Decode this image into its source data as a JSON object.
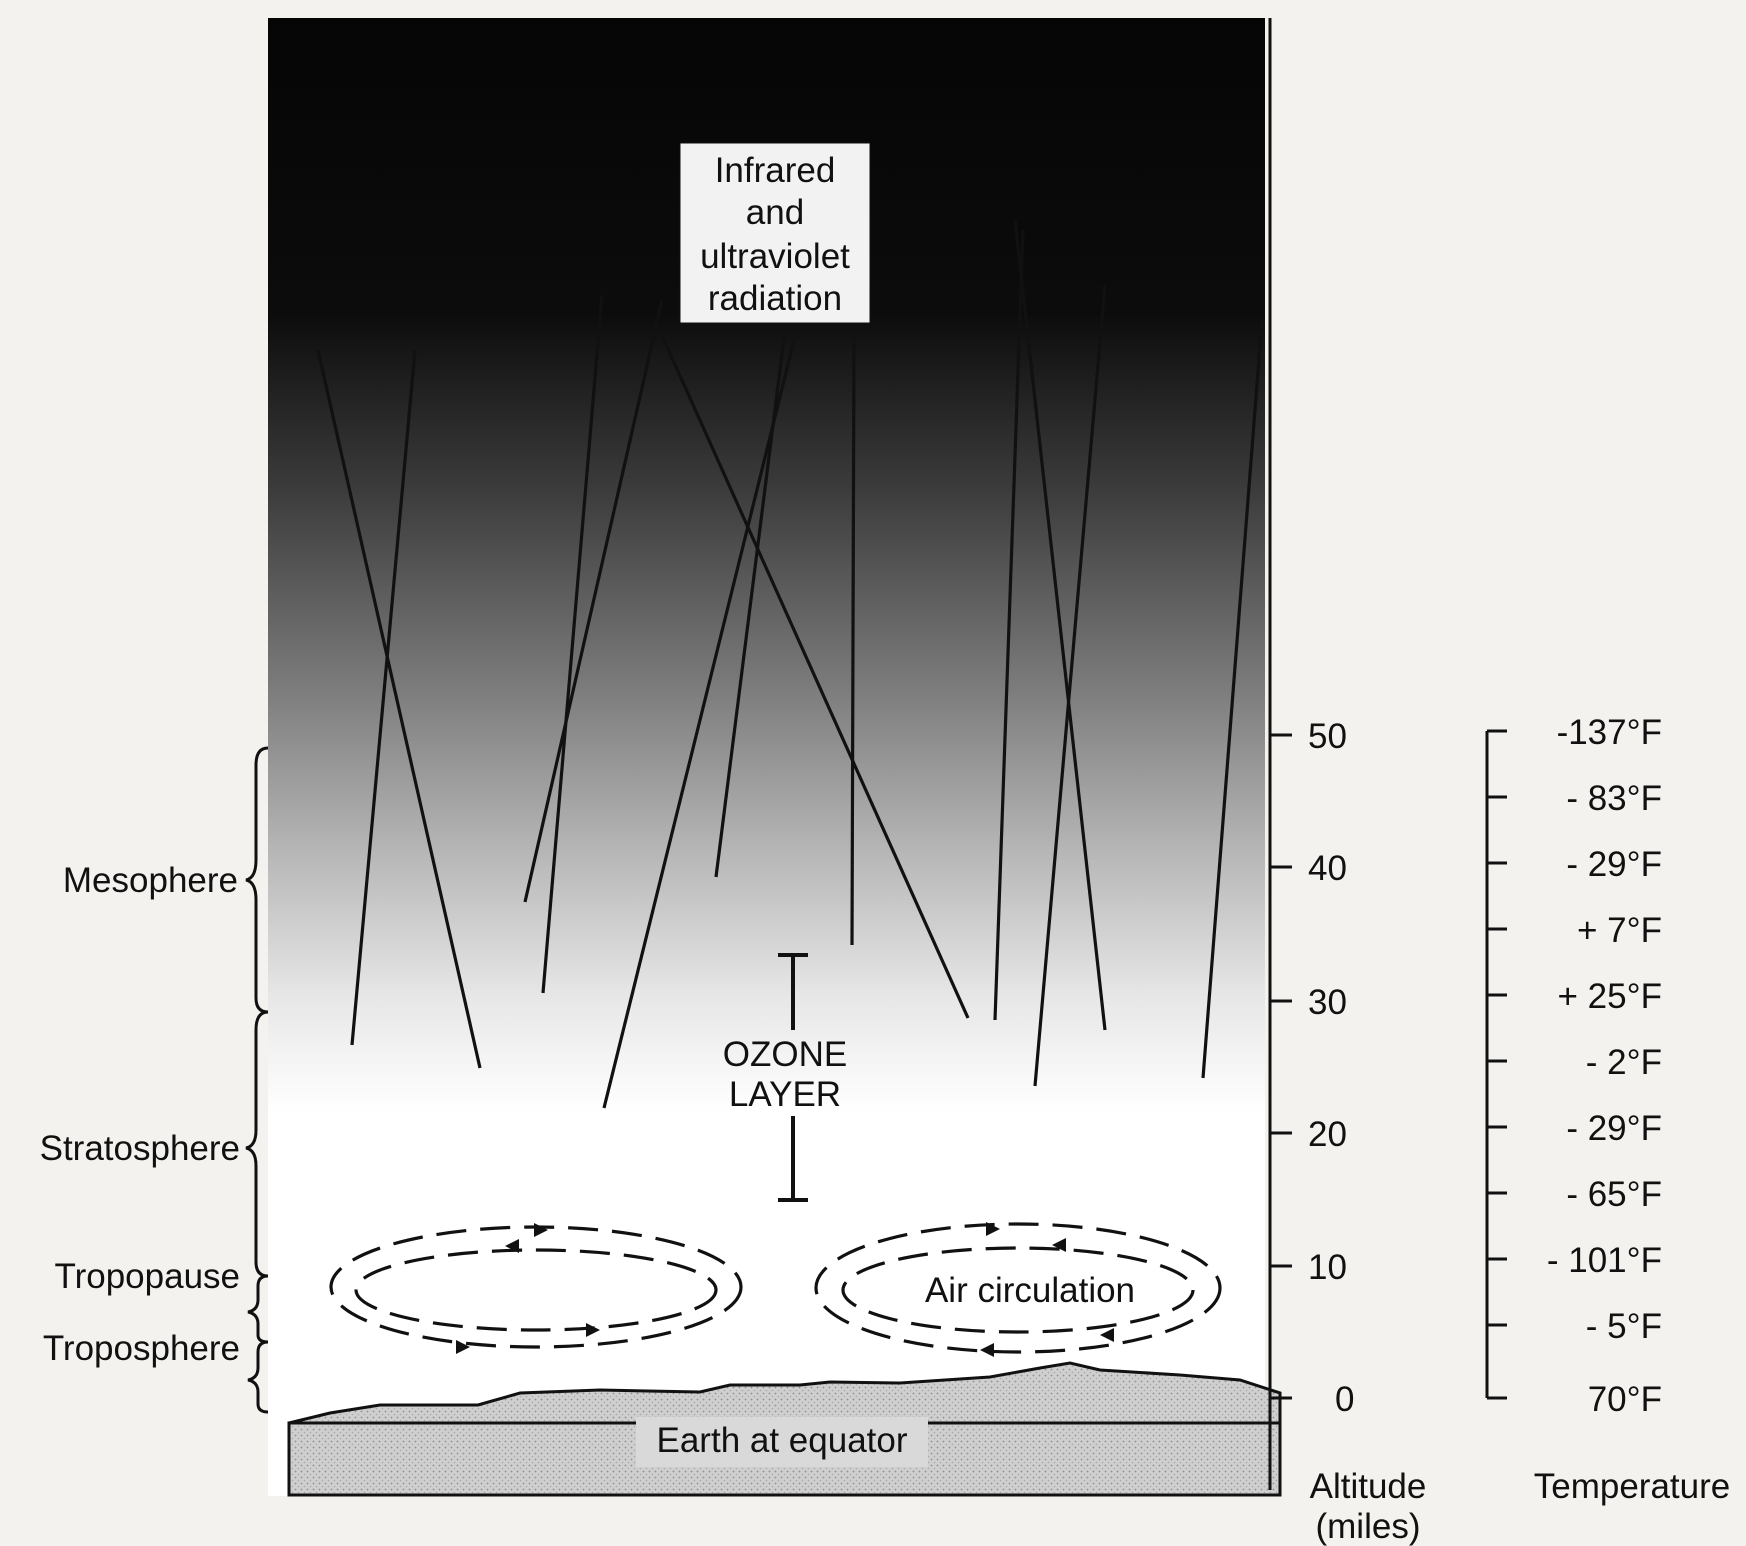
{
  "top_label": [
    "Infrared",
    "and",
    "ultraviolet",
    "radiation"
  ],
  "ozone_label": [
    "OZONE",
    "LAYER"
  ],
  "circulation_label": "Air circulation",
  "earth_label": "Earth at equator",
  "layers": {
    "mesosphere": "Mesophere",
    "stratosphere": "Stratosphere",
    "tropopause": "Tropopause",
    "troposphere": "Troposphere"
  },
  "altitude_axis": {
    "label_line1": "Altitude",
    "label_line2": "(miles)",
    "ticks": [
      "50",
      "40",
      "30",
      "20",
      "10",
      "0"
    ]
  },
  "temperature_axis": {
    "label": "Temperature",
    "ticks": [
      "-137°F",
      "- 83°F",
      "- 29°F",
      "+ 7°F",
      "+ 25°F",
      "- 2°F",
      "- 29°F",
      "- 65°F",
      "- 101°F",
      "- 5°F",
      "70°F"
    ]
  },
  "colors": {
    "sky_dark": "#0a0a0a",
    "sky_light": "#ffffff",
    "ground": "#c9c9c9",
    "ink": "#111111"
  }
}
